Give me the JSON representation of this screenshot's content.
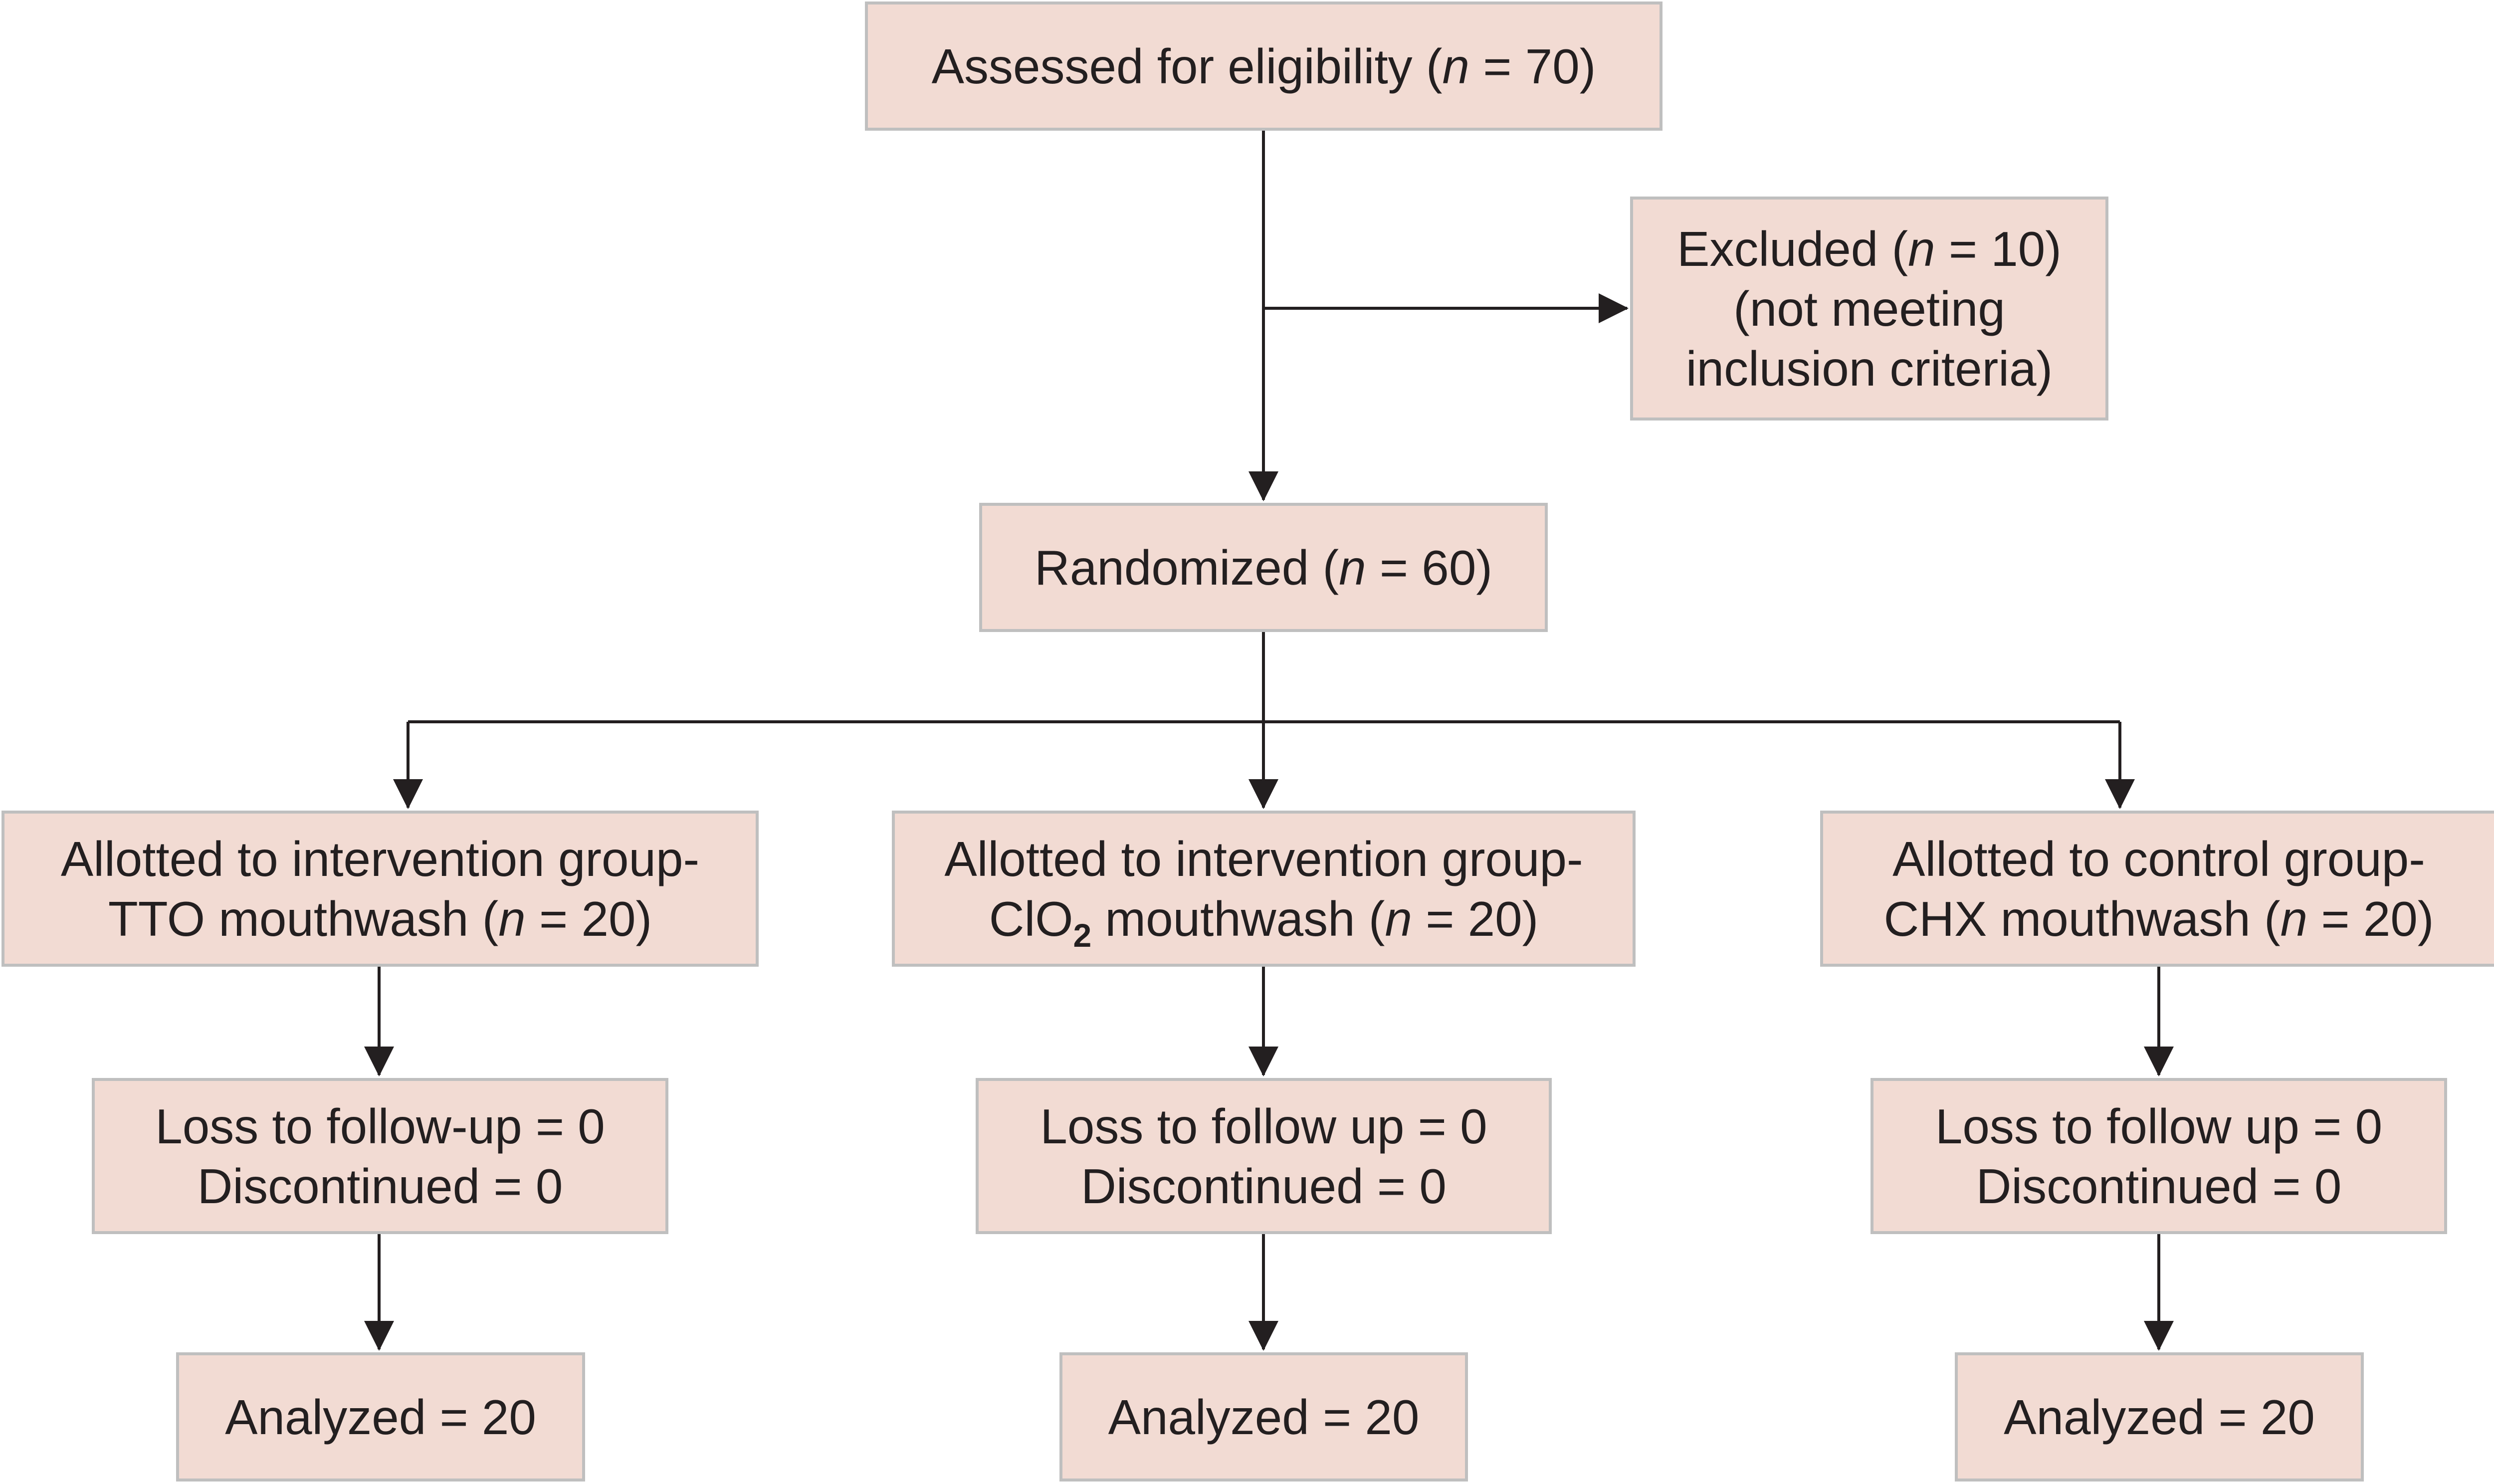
{
  "assessed": {
    "label": "Assessed for eligibility (",
    "n_symbol": "n",
    "n_value": " = 70)"
  },
  "excluded": {
    "label": "Excluded (",
    "n_symbol": "n",
    "n_value": " = 10)",
    "line2": "(not meeting",
    "line3": "inclusion criteria)"
  },
  "randomized": {
    "label": "Randomized (",
    "n_symbol": "n",
    "n_value": " = 60)"
  },
  "groups": [
    {
      "line1": "Allotted to intervention group-",
      "line2_pre": "TTO mouthwash (",
      "n_symbol": "n",
      "n_value": " = 20)",
      "loss": "Loss to follow-up = 0",
      "discontinued": "Discontinued = 0",
      "analyzed": "Analyzed = 20"
    },
    {
      "line1": "Allotted to intervention group-",
      "line2_pre": "ClO",
      "subscript": "2",
      "line2_post": " mouthwash (",
      "n_symbol": "n",
      "n_value": " = 20)",
      "loss": "Loss to follow up = 0",
      "discontinued": "Discontinued = 0",
      "analyzed": "Analyzed = 20"
    },
    {
      "line1": "Allotted to control group-",
      "line2_pre": "CHX mouthwash (",
      "n_symbol": "n",
      "n_value": " = 20)",
      "loss": "Loss to follow up = 0",
      "discontinued": "Discontinued = 0",
      "analyzed": "Analyzed = 20"
    }
  ],
  "colors": {
    "box_fill": "#f2dbd3",
    "box_border": "#bfbfbf",
    "connector": "#231f20",
    "text": "#231f20"
  }
}
